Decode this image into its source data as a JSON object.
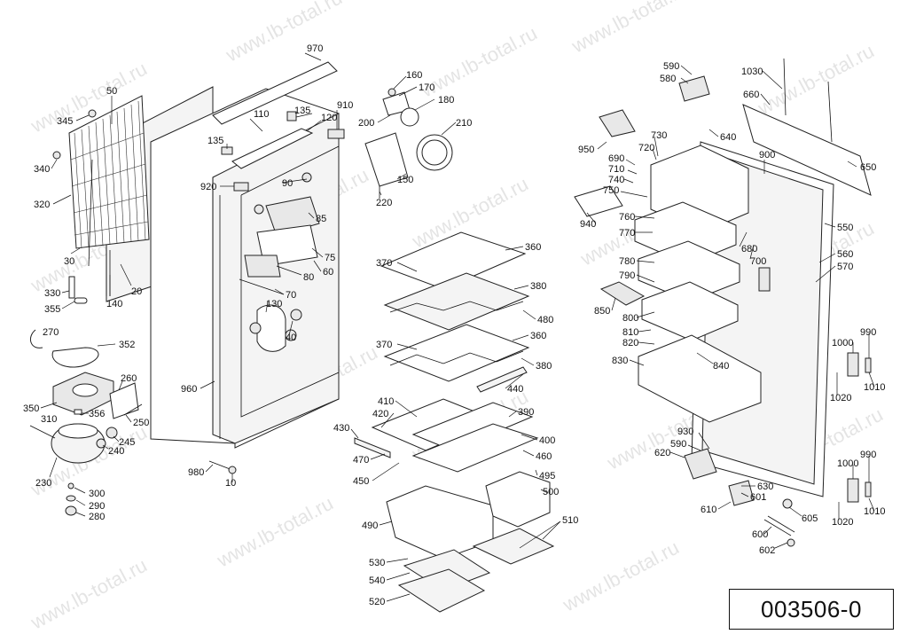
{
  "watermark": "www.lb-total.ru",
  "drawing_number": "003506-0",
  "labels": {
    "l970": "970",
    "l50": "50",
    "l345": "345",
    "l340": "340",
    "l320": "320",
    "l30": "30",
    "l330": "330",
    "l355": "355",
    "l140": "140",
    "l20": "20",
    "l270": "270",
    "l352": "352",
    "l350": "350",
    "l310": "310",
    "l356": "356",
    "l260": "260",
    "l250": "250",
    "l245": "245",
    "l240": "240",
    "l230": "230",
    "l300": "300",
    "l290": "290",
    "l280": "280",
    "l110": "110",
    "l135a": "135",
    "l135b": "135",
    "l120": "120",
    "l910": "910",
    "l920": "920",
    "l90": "90",
    "l85": "85",
    "l75": "75",
    "l60": "60",
    "l80": "80",
    "l70": "70",
    "l130": "130",
    "l40": "40",
    "l960": "960",
    "l980": "980",
    "l10": "10",
    "l160": "160",
    "l170": "170",
    "l180": "180",
    "l200": "200",
    "l210": "210",
    "l150": "150",
    "l220": "220",
    "l360a": "360",
    "l370a": "370",
    "l380a": "380",
    "l480": "480",
    "l370b": "370",
    "l360b": "360",
    "l380b": "380",
    "l440": "440",
    "l410": "410",
    "l420": "420",
    "l390": "390",
    "l430": "430",
    "l400": "400",
    "l470": "470",
    "l460": "460",
    "l450": "450",
    "l495": "495",
    "l500": "500",
    "l490": "490",
    "l510": "510",
    "l530": "530",
    "l540": "540",
    "l520": "520",
    "l590a": "590",
    "l580": "580",
    "l1030": "1030",
    "l660": "660",
    "l730": "730",
    "l640": "640",
    "l950": "950",
    "l720": "720",
    "l690": "690",
    "l710": "710",
    "l740": "740",
    "l750": "750",
    "l900": "900",
    "l650": "650",
    "l940": "940",
    "l760": "760",
    "l770": "770",
    "l680": "680",
    "l700": "700",
    "l550": "550",
    "l560": "560",
    "l570": "570",
    "l780": "780",
    "l790": "790",
    "l850": "850",
    "l800": "800",
    "l810": "810",
    "l820": "820",
    "l830": "830",
    "l840": "840",
    "l1000a": "1000",
    "l990a": "990",
    "l1010a": "1010",
    "l1020a": "1020",
    "l930": "930",
    "l590b": "590",
    "l620": "620",
    "l630": "630",
    "l601": "601",
    "l610": "610",
    "l605": "605",
    "l600": "600",
    "l602": "602",
    "l1000b": "1000",
    "l990b": "990",
    "l1010b": "1010",
    "l1020b": "1020"
  }
}
